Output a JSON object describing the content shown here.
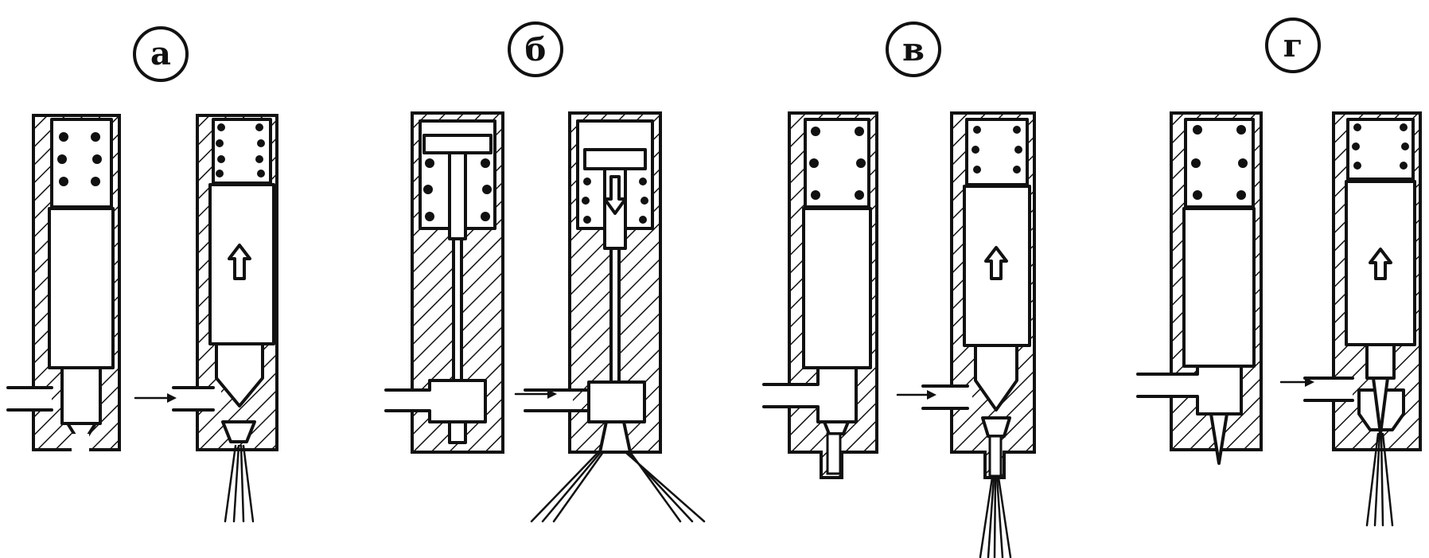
{
  "panels": [
    {
      "label": "а"
    },
    {
      "label": "б"
    },
    {
      "label": "в"
    },
    {
      "label": "г"
    }
  ],
  "colors": {
    "ink": "#111111",
    "background": "#ffffff"
  }
}
